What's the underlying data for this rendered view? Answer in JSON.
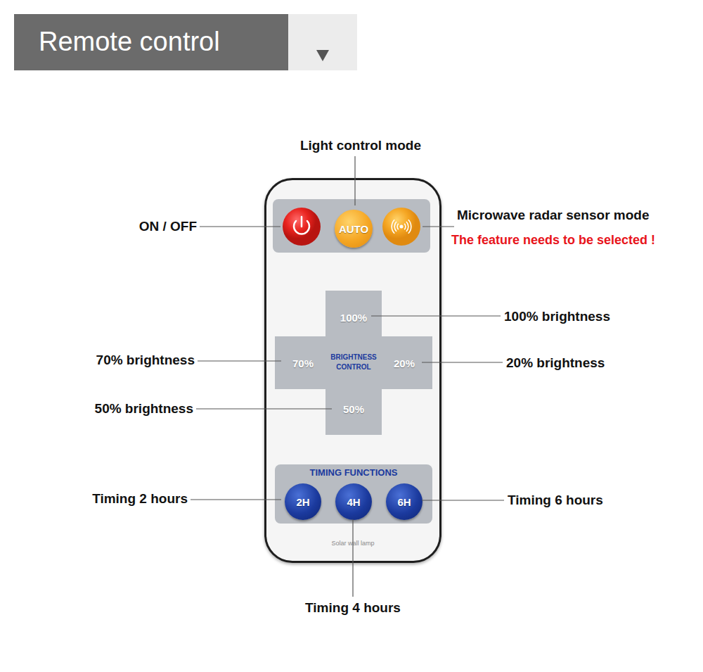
{
  "diagram": {
    "title": "Remote control",
    "nodes": [
      {
        "text": [
          "Solar wall lamp"
        ]
      },
      {
        "text": [
          "AUTO"
        ],
        "in": 0
      },
      {
        "text": [
          "BRIGHTNESS CONTROL"
        ],
        "in": 0
      },
      {
        "text": [
          "100%"
        ],
        "in": 2
      },
      {
        "text": [
          "70%"
        ],
        "in": 2
      },
      {
        "text": [
          "20%"
        ],
        "in": 2
      },
      {
        "text": [
          "50%"
        ],
        "in": 2
      },
      {
        "text": [
          "TIMING FUNCTIONS"
        ],
        "in": 0
      },
      {
        "text": [
          "2H"
        ],
        "in": 7
      },
      {
        "text": [
          "4H"
        ],
        "in": 7
      },
      {
        "text": [
          "6H"
        ],
        "in": 7
      }
    ],
    "labels": [
      "Light control mode",
      "ON / OFF",
      "Microwave radar sensor mode",
      "The feature needs to be selected !",
      "100% brightness",
      "70% brightness",
      "20% brightness",
      "50% brightness",
      "Timing 2 hours",
      "Timing 6 hours",
      "Timing 4 hours"
    ]
  }
}
